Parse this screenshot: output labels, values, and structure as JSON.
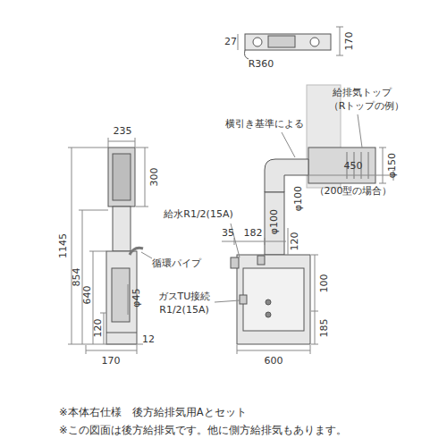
{
  "diagram": {
    "labels": [
      "27",
      "170",
      "R360",
      "給排気トップ",
      "（Rトップの例）",
      "横引き基準による",
      "φ150",
      "450",
      "（200型の場合）",
      "φ100",
      "235",
      "300",
      "給水R1/2(15A)",
      "35",
      "182",
      "120",
      "φ100",
      "循環パイプ",
      "1145",
      "854",
      "640",
      "120",
      "φ45",
      "ガスTU接続",
      "R1/2(15A)",
      "12",
      "170",
      "100",
      "185",
      "600",
      "※本体右仕様　後方給排気用Aとセット",
      "※この図面は後方給排気です。他に側方給排気もあります。"
    ]
  }
}
